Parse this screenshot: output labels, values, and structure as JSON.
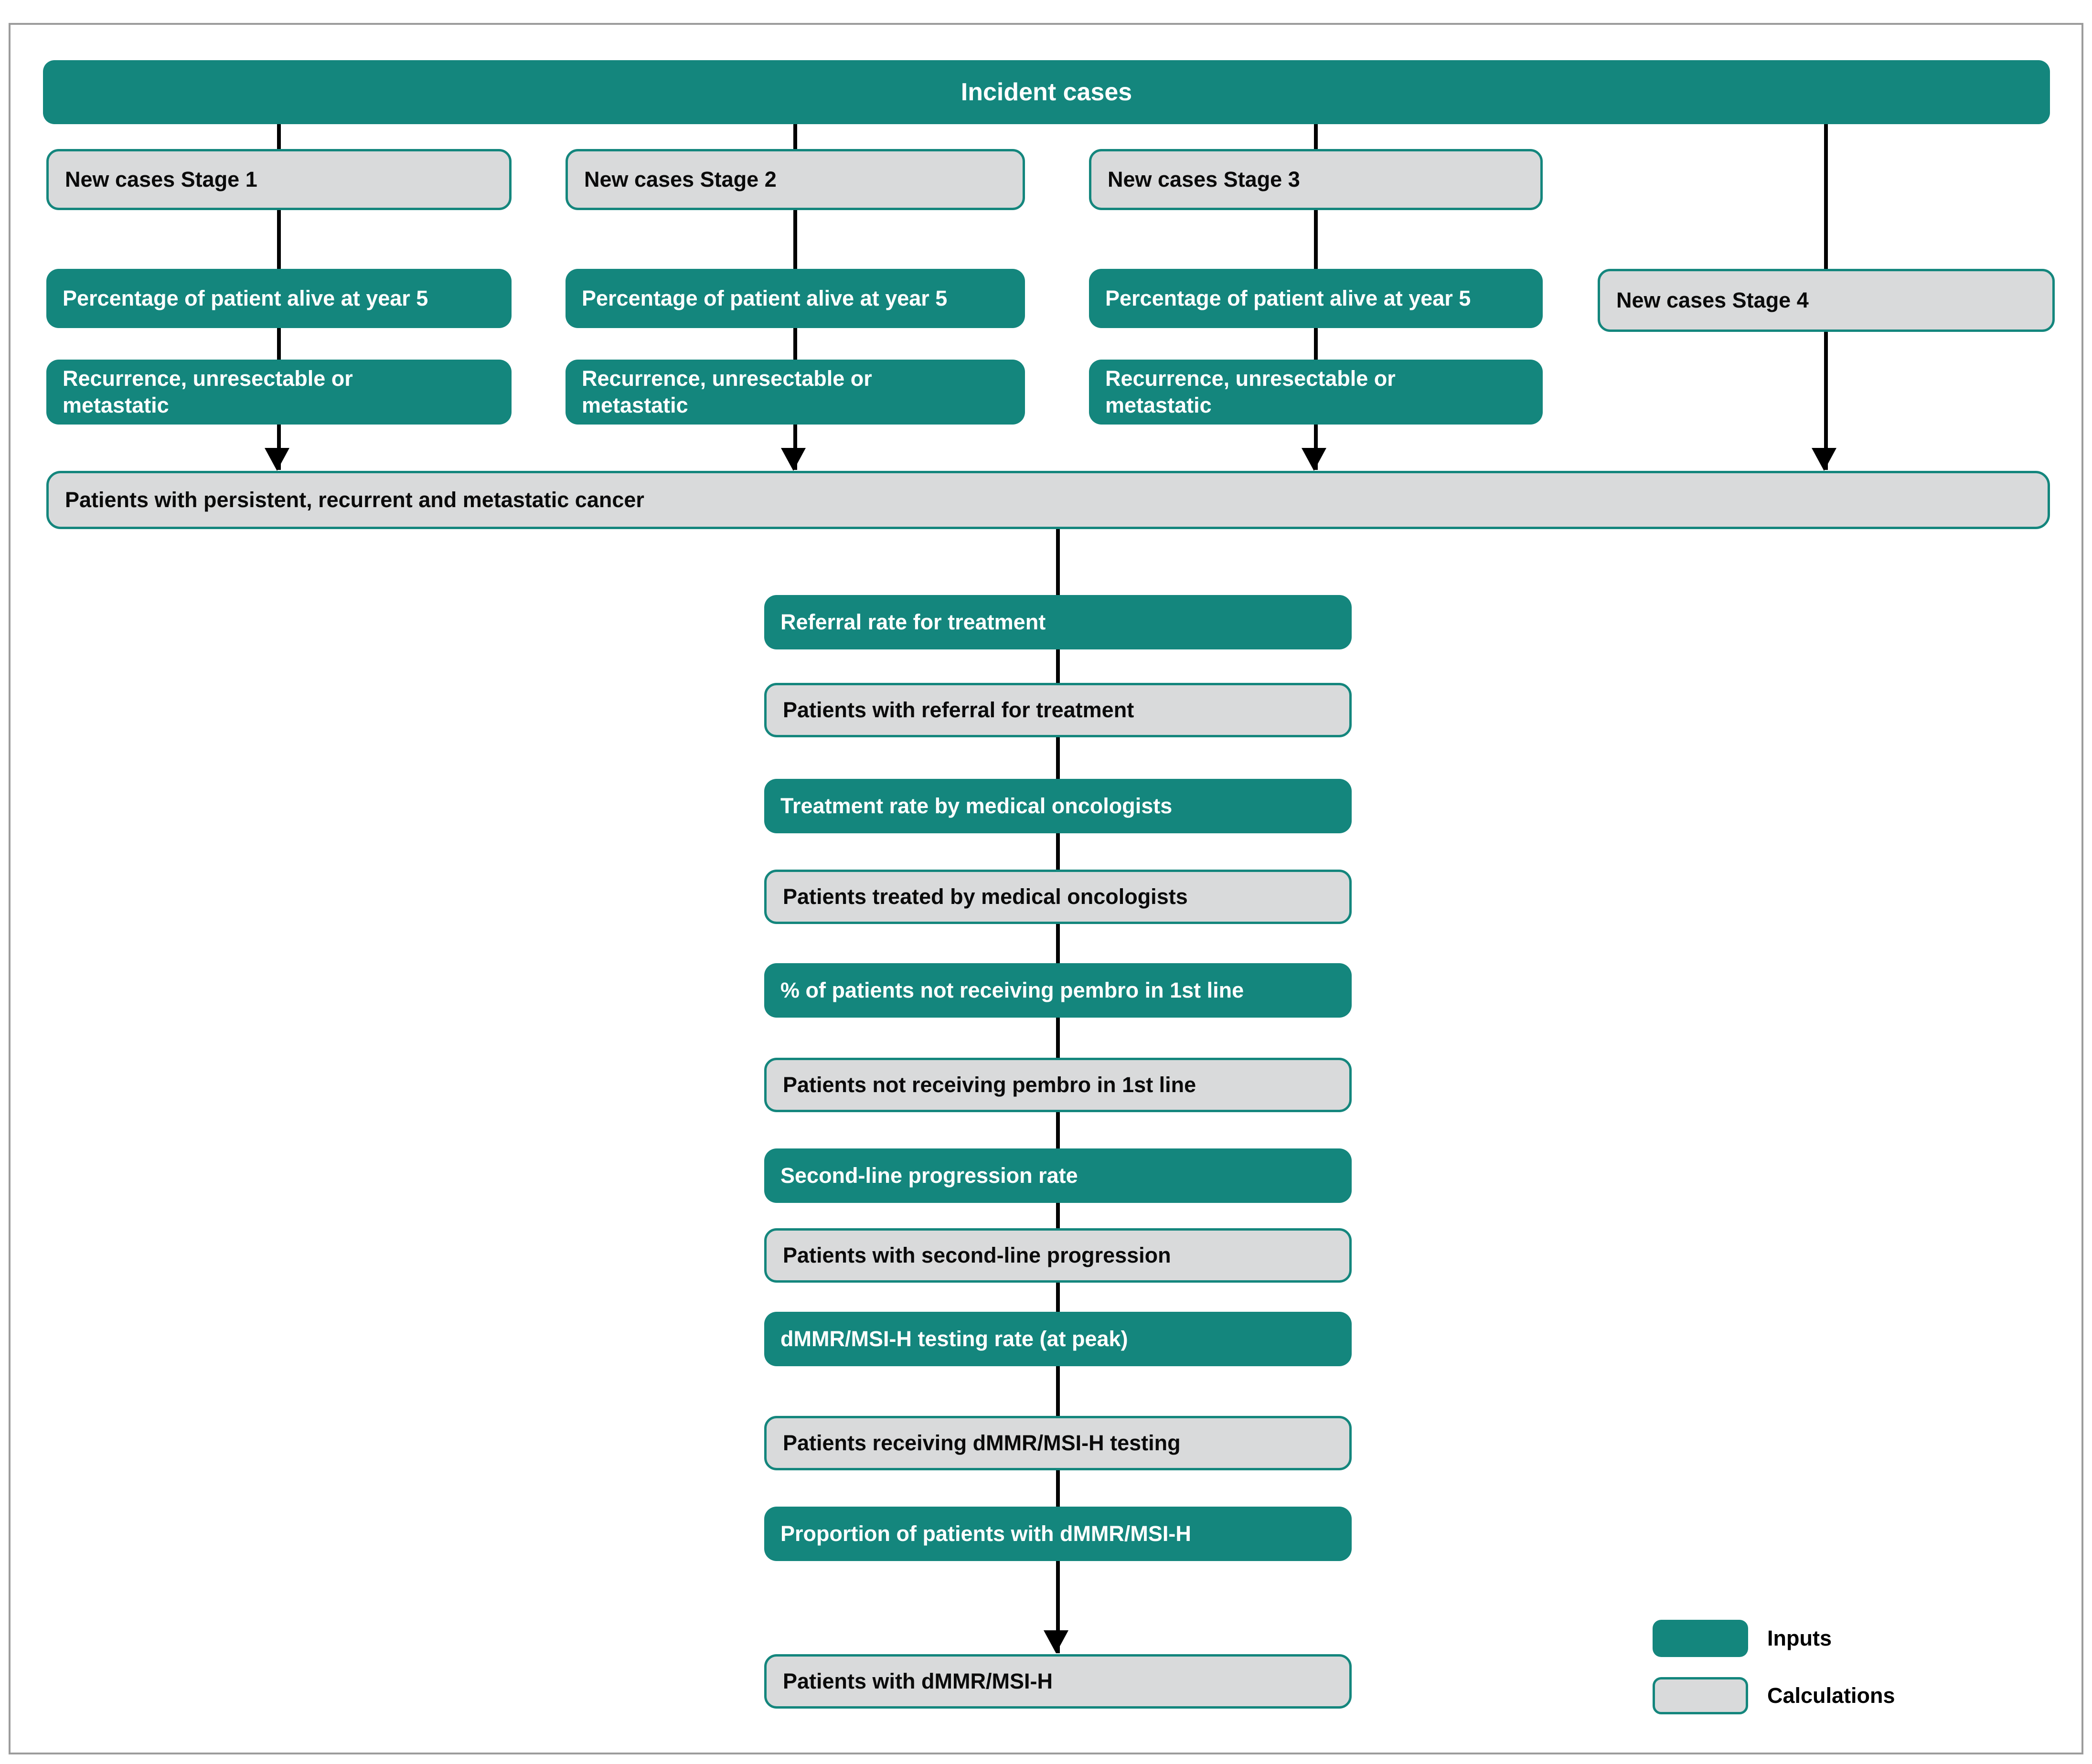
{
  "title": "Incident cases",
  "columns": [
    {
      "stage_label": "New cases Stage 1",
      "inputs": [
        "Percentage of patient alive at year 5",
        "Recurrence, unresectable or metastatic"
      ]
    },
    {
      "stage_label": "New cases Stage 2",
      "inputs": [
        "Percentage of patient alive at year 5",
        "Recurrence, unresectable or metastatic"
      ]
    },
    {
      "stage_label": "New cases Stage 3",
      "inputs": [
        "Percentage of patient alive at year 5",
        "Recurrence, unresectable or metastatic"
      ]
    },
    {
      "stage_label": "New cases Stage 4",
      "inputs": []
    }
  ],
  "merge_node": "Patients with persistent, recurrent and metastatic cancer",
  "chain": [
    {
      "label": "Referral rate for treatment",
      "type": "input"
    },
    {
      "label": "Patients with referral for treatment",
      "type": "calculation"
    },
    {
      "label": "Treatment rate by medical oncologists",
      "type": "input"
    },
    {
      "label": "Patients treated by medical oncologists",
      "type": "calculation"
    },
    {
      "label": "% of patients not receiving pembro in 1st line",
      "type": "input"
    },
    {
      "label": "Patients not receiving pembro in 1st line",
      "type": "calculation"
    },
    {
      "label": "Second-line progression rate",
      "type": "input"
    },
    {
      "label": "Patients with second-line progression",
      "type": "calculation"
    },
    {
      "label": "dMMR/MSI-H testing rate (at peak)",
      "type": "input"
    },
    {
      "label": "Patients receiving dMMR/MSI-H testing",
      "type": "calculation"
    },
    {
      "label": "Proportion of patients with dMMR/MSI-H",
      "type": "input"
    },
    {
      "label": "Patients with dMMR/MSI-H",
      "type": "calculation"
    }
  ],
  "legend": {
    "items": [
      {
        "label": "Inputs",
        "swatch": "input"
      },
      {
        "label": "Calculations",
        "swatch": "calculation"
      }
    ]
  },
  "colors": {
    "input_fill": "#14867D",
    "input_text": "#FFFFFF",
    "calculation_fill": "#D9DADB",
    "calculation_border": "#14867D",
    "calculation_text": "#000000",
    "arrow": "#000000",
    "frame_border": "#9C9C9C"
  }
}
